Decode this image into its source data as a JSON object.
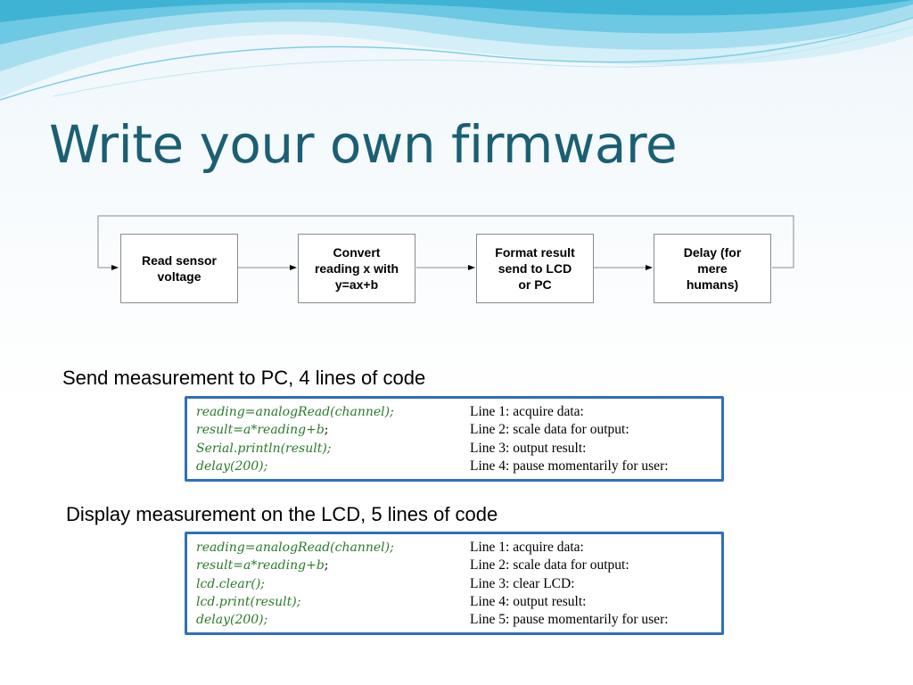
{
  "slide": {
    "title": "Write your own firmware"
  },
  "flowchart": {
    "boxes": [
      {
        "label": "Read sensor\nvoltage"
      },
      {
        "label": "Convert\nreading x with\ny=ax+b"
      },
      {
        "label": "Format result\nsend  to LCD\nor PC"
      },
      {
        "label": "Delay (for\nmere\nhumans)"
      }
    ]
  },
  "section_pc": {
    "caption": "Send measurement to PC, 4 lines of code",
    "lines": [
      {
        "code": "reading=analogRead(channel);",
        "suffix": "",
        "desc": "Line 1: acquire data:"
      },
      {
        "code": "result=a*reading+b",
        "suffix": ";",
        "desc": "Line 2: scale data for output:"
      },
      {
        "code": "Serial.println(result);",
        "suffix": "",
        "desc": "Line 3: output result:"
      },
      {
        "code": "delay(200);",
        "suffix": "",
        "desc": "Line 4: pause momentarily for user:"
      }
    ]
  },
  "section_lcd": {
    "caption": "Display measurement on the LCD, 5 lines of code",
    "lines": [
      {
        "code": "reading=analogRead(channel);",
        "suffix": "",
        "desc": "Line 1: acquire data:"
      },
      {
        "code": "result=a*reading+b",
        "suffix": ";",
        "desc": "Line 2: scale data for output:"
      },
      {
        "code": "lcd.clear();",
        "suffix": "",
        "desc": "Line 3: clear LCD:"
      },
      {
        "code": "lcd.print(result);",
        "suffix": "",
        "desc": "Line 4: output result:"
      },
      {
        "code": "delay(200);",
        "suffix": "",
        "desc": "Line 5: pause momentarily for user:"
      }
    ]
  },
  "colors": {
    "title": "#1a5f74",
    "code": "#2a7a2a",
    "box_border": "#2e6fbd",
    "wave_light": "#c9ecf5",
    "wave_mid": "#8fd3e8",
    "wave_dark": "#3fb3d4"
  }
}
